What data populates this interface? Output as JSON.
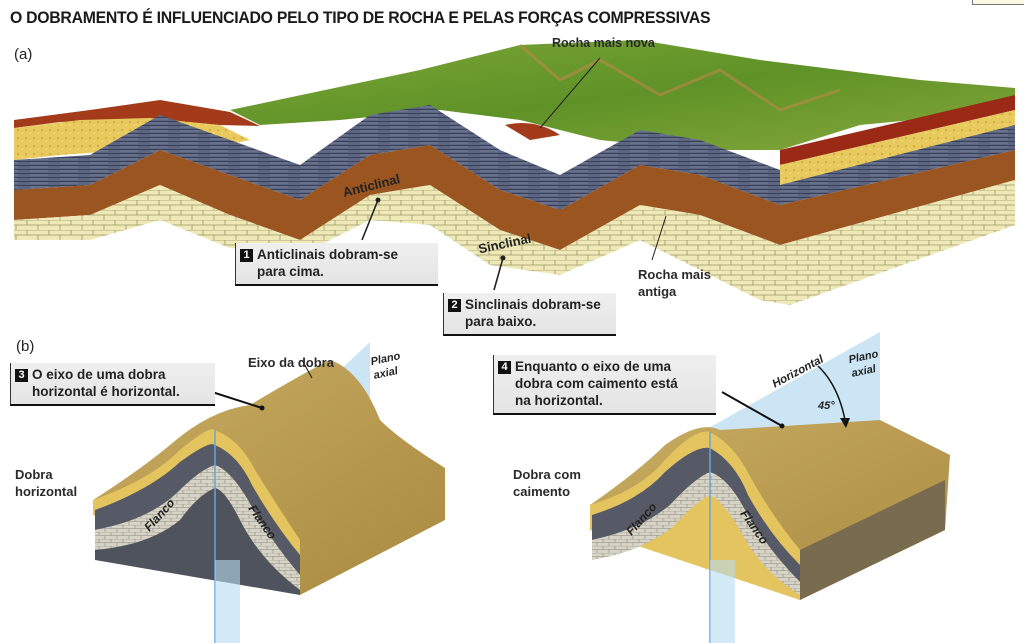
{
  "title": "O DOBRAMENTO É INFLUENCIADO PELO TIPO DE ROCHA E PELAS FORÇAS COMPRESSIVAS",
  "panel_a": {
    "label": "(a)",
    "labels": {
      "youngest_rock": "Rocha mais nova",
      "oldest_rock_line1": "Rocha mais",
      "oldest_rock_line2": "antiga",
      "anticline": "Anticlinal",
      "syncline": "Sinclinal"
    },
    "callouts": [
      {
        "num": "1",
        "line1": "Anticlinais dobram-se",
        "line2": "para cima."
      },
      {
        "num": "2",
        "line1": "Sinclinais dobram-se",
        "line2": "para baixo."
      }
    ]
  },
  "panel_b": {
    "label": "(b)",
    "left": {
      "callout": {
        "num": "3",
        "line1": "O eixo de uma dobra",
        "line2": "horizontal é horizontal."
      },
      "fold_axis": "Eixo da dobra",
      "axial_plane_line1": "Plano",
      "axial_plane_line2": "axial",
      "type_line1": "Dobra",
      "type_line2": "horizontal",
      "flank_left": "Flanco",
      "flank_right": "Flanco"
    },
    "right": {
      "callout": {
        "num": "4",
        "line1": "Enquanto o eixo de uma",
        "line2": "dobra com caimento está",
        "line3": "na horizontal."
      },
      "horizontal": "Horizontal",
      "angle": "45°",
      "axial_plane_line1": "Plano",
      "axial_plane_line2": "axial",
      "type_line1": "Dobra com",
      "type_line2": "caimento",
      "flank_left": "Flanco",
      "flank_right": "Flanco"
    }
  },
  "colors": {
    "grass": "#6a9a2c",
    "red_layer": "#9a2a16",
    "sand_layer": "#e6c65a",
    "shale_layer": "#5a6580",
    "brown_layer": "#9a5520",
    "limestone": "#efe9b8",
    "axial_plane": "#a9d3ef",
    "fold_surface": "#b99a4e"
  }
}
